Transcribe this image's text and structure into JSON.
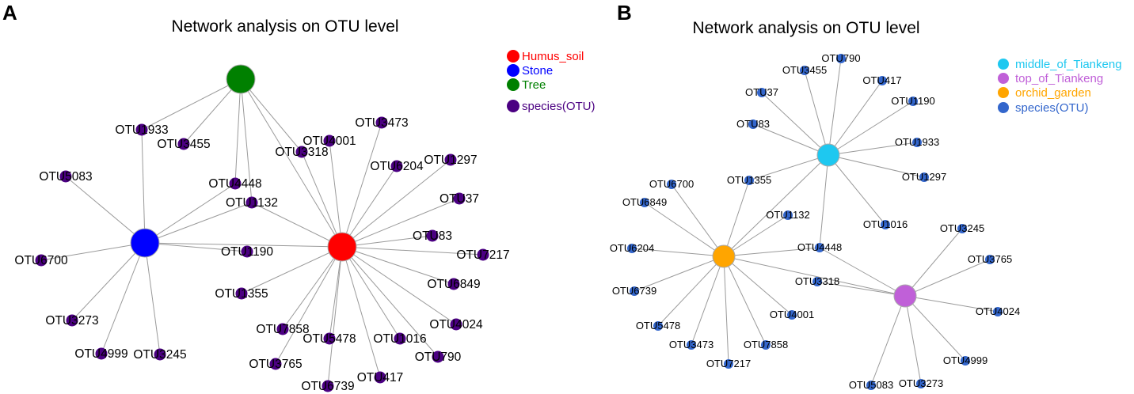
{
  "panels": [
    {
      "letter": "A",
      "title": "Network analysis on OTU level",
      "legend": [
        {
          "label": "Humus_soil",
          "color": "#ff0000"
        },
        {
          "label": "Stone",
          "color": "#0000ff"
        },
        {
          "label": "Tree",
          "color": "#008000"
        },
        {
          "label": "species(OTU)",
          "color": "#4b0082"
        }
      ],
      "hubs": [
        {
          "id": "Humus_soil",
          "color": "#ff0000"
        },
        {
          "id": "Stone",
          "color": "#0000ff"
        },
        {
          "id": "Tree",
          "color": "#008000"
        }
      ],
      "species_color": "#4b0082",
      "species": [
        "OTU1933",
        "OTU3455",
        "OTU5083",
        "OTU4448",
        "OTU1132",
        "OTU3318",
        "OTU4001",
        "OTU3473",
        "OTU6204",
        "OTU1297",
        "OTU37",
        "OTU83",
        "OTU7217",
        "OTU6849",
        "OTU4024",
        "OTU1190",
        "OTU1355",
        "OTU6700",
        "OTU3273",
        "OTU4999",
        "OTU3245",
        "OTU7858",
        "OTU5478",
        "OTU1016",
        "OTU790",
        "OTU3765",
        "OTU417",
        "OTU6739"
      ],
      "edges": [
        [
          "Tree",
          "OTU1933"
        ],
        [
          "Tree",
          "OTU3455"
        ],
        [
          "Tree",
          "OTU4448"
        ],
        [
          "Tree",
          "OTU1132"
        ],
        [
          "Tree",
          "OTU3318"
        ],
        [
          "Tree",
          "Humus_soil"
        ],
        [
          "Stone",
          "OTU1933"
        ],
        [
          "Stone",
          "OTU5083"
        ],
        [
          "Stone",
          "OTU4448"
        ],
        [
          "Stone",
          "OTU1132"
        ],
        [
          "Stone",
          "OTU1190"
        ],
        [
          "Stone",
          "OTU6700"
        ],
        [
          "Stone",
          "OTU3273"
        ],
        [
          "Stone",
          "OTU4999"
        ],
        [
          "Stone",
          "OTU3245"
        ],
        [
          "Stone",
          "Humus_soil"
        ],
        [
          "Humus_soil",
          "OTU1132"
        ],
        [
          "Humus_soil",
          "OTU3318"
        ],
        [
          "Humus_soil",
          "OTU4001"
        ],
        [
          "Humus_soil",
          "OTU3473"
        ],
        [
          "Humus_soil",
          "OTU6204"
        ],
        [
          "Humus_soil",
          "OTU1297"
        ],
        [
          "Humus_soil",
          "OTU37"
        ],
        [
          "Humus_soil",
          "OTU83"
        ],
        [
          "Humus_soil",
          "OTU7217"
        ],
        [
          "Humus_soil",
          "OTU6849"
        ],
        [
          "Humus_soil",
          "OTU4024"
        ],
        [
          "Humus_soil",
          "OTU1355"
        ],
        [
          "Humus_soil",
          "OTU7858"
        ],
        [
          "Humus_soil",
          "OTU5478"
        ],
        [
          "Humus_soil",
          "OTU1016"
        ],
        [
          "Humus_soil",
          "OTU790"
        ],
        [
          "Humus_soil",
          "OTU3765"
        ],
        [
          "Humus_soil",
          "OTU417"
        ],
        [
          "Humus_soil",
          "OTU6739"
        ]
      ]
    },
    {
      "letter": "B",
      "title": "Network analysis on OTU level",
      "legend": [
        {
          "label": "middle_of_Tiankeng",
          "color": "#1ec8f0"
        },
        {
          "label": "top_of_Tiankeng",
          "color": "#c060d8"
        },
        {
          "label": "orchid_garden",
          "color": "#ffa500"
        },
        {
          "label": "species(OTU)",
          "color": "#3366cc"
        }
      ],
      "hubs": [
        {
          "id": "middle_of_Tiankeng",
          "color": "#1ec8f0"
        },
        {
          "id": "top_of_Tiankeng",
          "color": "#c060d8"
        },
        {
          "id": "orchid_garden",
          "color": "#ffa500"
        }
      ],
      "species_color": "#3366cc",
      "species": [
        "OTU790",
        "OTU3455",
        "OTU417",
        "OTU37",
        "OTU1190",
        "OTU83",
        "OTU1933",
        "OTU1297",
        "OTU1355",
        "OTU6700",
        "OTU6849",
        "OTU1132",
        "OTU1016",
        "OTU3245",
        "OTU6204",
        "OTU4448",
        "OTU3765",
        "OTU3318",
        "OTU6739",
        "OTU4024",
        "OTU4001",
        "OTU5478",
        "OTU3473",
        "OTU7858",
        "OTU7217",
        "OTU4999",
        "OTU5083",
        "OTU3273"
      ],
      "edges": [
        [
          "middle_of_Tiankeng",
          "OTU790"
        ],
        [
          "middle_of_Tiankeng",
          "OTU3455"
        ],
        [
          "middle_of_Tiankeng",
          "OTU417"
        ],
        [
          "middle_of_Tiankeng",
          "OTU37"
        ],
        [
          "middle_of_Tiankeng",
          "OTU1190"
        ],
        [
          "middle_of_Tiankeng",
          "OTU83"
        ],
        [
          "middle_of_Tiankeng",
          "OTU1933"
        ],
        [
          "middle_of_Tiankeng",
          "OTU1297"
        ],
        [
          "middle_of_Tiankeng",
          "OTU1355"
        ],
        [
          "middle_of_Tiankeng",
          "OTU1016"
        ],
        [
          "middle_of_Tiankeng",
          "OTU4448"
        ],
        [
          "middle_of_Tiankeng",
          "orchid_garden"
        ],
        [
          "orchid_garden",
          "OTU1355"
        ],
        [
          "orchid_garden",
          "OTU6700"
        ],
        [
          "orchid_garden",
          "OTU6849"
        ],
        [
          "orchid_garden",
          "OTU1132"
        ],
        [
          "orchid_garden",
          "OTU6204"
        ],
        [
          "orchid_garden",
          "OTU4448"
        ],
        [
          "orchid_garden",
          "OTU6739"
        ],
        [
          "orchid_garden",
          "OTU5478"
        ],
        [
          "orchid_garden",
          "OTU3473"
        ],
        [
          "orchid_garden",
          "OTU7217"
        ],
        [
          "orchid_garden",
          "OTU7858"
        ],
        [
          "orchid_garden",
          "OTU4001"
        ],
        [
          "orchid_garden",
          "top_of_Tiankeng"
        ],
        [
          "top_of_Tiankeng",
          "OTU3245"
        ],
        [
          "top_of_Tiankeng",
          "OTU3765"
        ],
        [
          "top_of_Tiankeng",
          "OTU4024"
        ],
        [
          "top_of_Tiankeng",
          "OTU4999"
        ],
        [
          "top_of_Tiankeng",
          "OTU3273"
        ],
        [
          "top_of_Tiankeng",
          "OTU5083"
        ],
        [
          "top_of_Tiankeng",
          "OTU3318"
        ],
        [
          "top_of_Tiankeng",
          "OTU4448"
        ]
      ]
    }
  ]
}
